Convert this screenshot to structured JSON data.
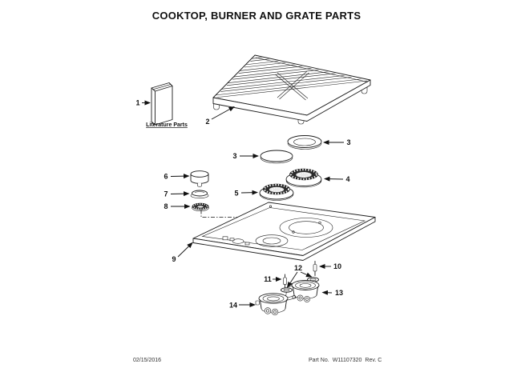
{
  "title": "COOKTOP, BURNER AND GRATE PARTS",
  "diagram": {
    "literature_label": "Literature Parts",
    "callouts": [
      "1",
      "2",
      "3",
      "3",
      "4",
      "5",
      "6",
      "7",
      "8",
      "9",
      "10",
      "11",
      "12",
      "13",
      "14"
    ]
  },
  "footer": {
    "date": "02/15/2016",
    "part_label": "Part No.",
    "part_number": "W11107320",
    "revision": "Rev. C"
  },
  "colors": {
    "ink": "#1c1c1c",
    "paper": "#ffffff"
  }
}
